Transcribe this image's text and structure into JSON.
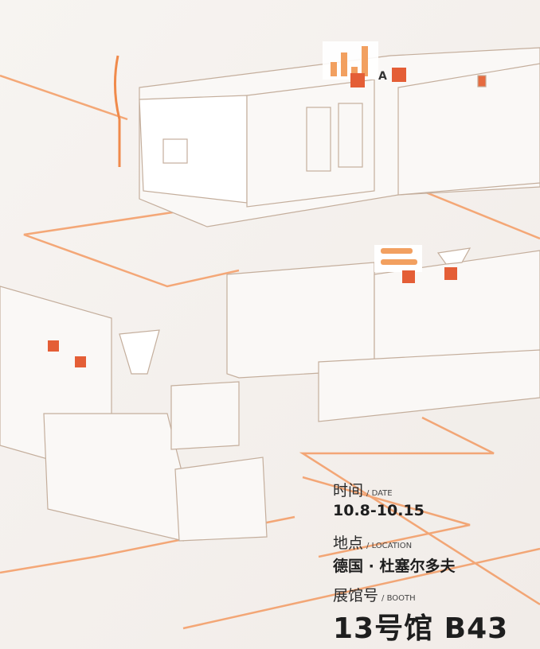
{
  "colors": {
    "accent": "#f0834a",
    "line": "#c8b6a6",
    "background": "#f4f1ee",
    "text": "#1e1e1e"
  },
  "date": {
    "label_cn": "时间",
    "label_en": "/ DATE",
    "value": "10.8-10.15"
  },
  "location": {
    "label_cn": "地点",
    "label_en": "/ LOCATION",
    "value": "德国 · 杜塞尔多夫"
  },
  "booth": {
    "label_cn": "展馆号",
    "label_en": "/ BOOTH",
    "value": "13号馆 B43"
  }
}
